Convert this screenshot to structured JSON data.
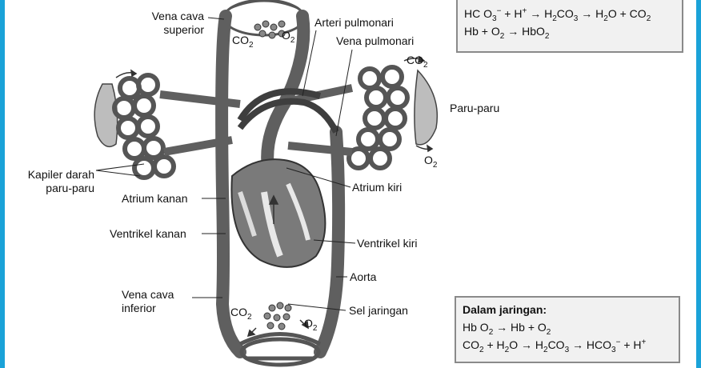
{
  "labels": {
    "vena_cava_superior": [
      "Vena cava",
      "superior"
    ],
    "arteri_pulmonari": "Arteri pulmonari",
    "vena_pulmonari": "Vena pulmonari",
    "paru_paru": "Paru-paru",
    "kapiler": [
      "Kapiler darah",
      "paru-paru"
    ],
    "atrium_kanan": "Atrium kanan",
    "atrium_kiri": "Atrium kiri",
    "ventrikel_kanan": "Ventrikel kanan",
    "ventrikel_kiri": "Ventrikel kiri",
    "aorta": "Aorta",
    "vena_cava_inferior": [
      "Vena cava",
      "inferior"
    ],
    "sel_jaringan": "Sel jaringan"
  },
  "gas": {
    "co2": "CO",
    "o2": "O",
    "sub2": "2"
  },
  "lung_box": {
    "eq1": {
      "a": "HC O",
      "a_sub": "3",
      "a_sup": "−",
      "b": " + H",
      "b_sup": "+",
      "arrow1": " → ",
      "c": "H",
      "c_sub": "2",
      "c2": "CO",
      "c2_sub": "3",
      "arrow2": " → ",
      "d": "H",
      "d_sub": "2",
      "d2": "O  + CO",
      "d2_sub": "2"
    },
    "eq2": {
      "a": "Hb + O",
      "a_sub": "2",
      "arrow": " → ",
      "b": "HbO",
      "b_sub": "2"
    }
  },
  "tissue_box": {
    "title": "Dalam jaringan:",
    "eq1": {
      "a": "Hb O",
      "a_sub": "2",
      "arrow": " → ",
      "b": "Hb + O",
      "b_sub": "2"
    },
    "eq2": {
      "a": "CO",
      "a_sub": "2",
      "b": " + H",
      "b_sub": "2",
      "b2": "O",
      "arrow1": " → ",
      "c": "H",
      "c_sub": "2",
      "c2": "CO",
      "c2_sub": "3",
      "arrow2": " → ",
      "d": "HCO",
      "d_sub": "3",
      "d_sup": "−",
      "e": " + H",
      "e_sup": "+"
    }
  },
  "colors": {
    "vessel": "#5f5f5f",
    "vessel_dark": "#3e3e3e",
    "frame": "#1aa2d8",
    "box_bg": "#f1f1f1",
    "box_border": "#8a8a8a"
  }
}
